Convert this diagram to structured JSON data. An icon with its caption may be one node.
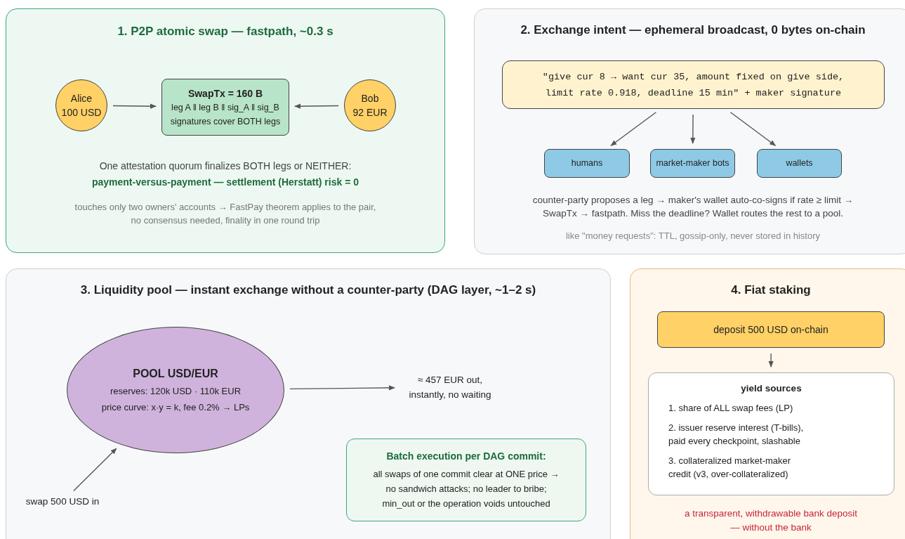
{
  "diagram": {
    "nodes": [
      {
        "text": [
          "1. P2P atomic swap — fastpath, ~0.3 s",
          "One attestation quorum finalizes BOTH legs or NEITHER:",
          "payment-versus-payment — settlement (Herstatt) risk = 0",
          "touches only two owners' accounts → FastPay theorem applies to the pair, no consensus needed, finality in one round trip"
        ]
      },
      {
        "text": [
          "Alice",
          "100 USD"
        ],
        "in": 0
      },
      {
        "text": [
          "SwapTx = 160 B",
          "leg A ‖ leg B ‖ sig_A ‖ sig_B",
          "signatures cover BOTH legs"
        ],
        "in": 0
      },
      {
        "text": [
          "Bob",
          "92 EUR"
        ],
        "in": 0
      },
      {
        "text": [
          "2. Exchange intent — ephemeral broadcast, 0 bytes on-chain",
          "counter-party proposes a leg → maker's wallet auto-co-signs if rate ≥ limit → SwapTx → fastpath. Miss the deadline? Wallet routes the rest to a pool.",
          "like \"money requests\": TTL, gossip-only, never stored in history"
        ]
      },
      {
        "text": [
          "\"give cur 8 → want cur 35, amount fixed on give side, limit rate 0.918, deadline 15 min\" + maker signature"
        ],
        "in": 4
      },
      {
        "text": [
          "humans"
        ],
        "in": 4
      },
      {
        "text": [
          "market-maker bots"
        ],
        "in": 4
      },
      {
        "text": [
          "wallets"
        ],
        "in": 4
      },
      {
        "text": [
          "3. Liquidity pool — instant exchange without a counter-party (DAG layer, ~1–2 s)"
        ]
      },
      {
        "text": [
          "POOL USD/EUR",
          "reserves: 120k USD · 110k EUR",
          "price curve: x·y = k, fee 0.2% → LPs"
        ],
        "in": 9
      },
      {
        "text": [
          "≈ 457 EUR out, instantly, no waiting"
        ],
        "in": 9
      },
      {
        "text": [
          "swap 500 USD in"
        ],
        "in": 9
      },
      {
        "text": [
          "Batch execution per DAG commit:",
          "all swaps of one commit clear at ONE price → no sandwich attacks; no leader to bribe; min_out or the operation voids untouched"
        ],
        "in": 9
      },
      {
        "text": [
          "4. Fiat staking",
          "a transparent, withdrawable bank deposit — without the bank"
        ]
      },
      {
        "text": [
          "deposit 500 USD on-chain"
        ],
        "in": 14
      },
      {
        "text": [
          "yield sources",
          "1. share of ALL swap fees (LP)",
          "2. issuer reserve interest (T-bills), paid every checkpoint, slashable",
          "3. collateralized market-maker credit (v3, over-collateralized)"
        ],
        "in": 14
      }
    ],
    "edges": [
      {
        "from": 1,
        "to": 2,
        "arrow": "to"
      },
      {
        "from": 3,
        "to": 2,
        "arrow": "to"
      },
      {
        "from": 5,
        "to": 6,
        "arrow": "to"
      },
      {
        "from": 5,
        "to": 7,
        "arrow": "to"
      },
      {
        "from": 5,
        "to": 8,
        "arrow": "to"
      },
      {
        "from": 10,
        "to": 11,
        "arrow": "to"
      },
      {
        "from": 12,
        "to": 10,
        "arrow": "to"
      },
      {
        "from": 15,
        "to": 16,
        "arrow": "to"
      }
    ]
  }
}
